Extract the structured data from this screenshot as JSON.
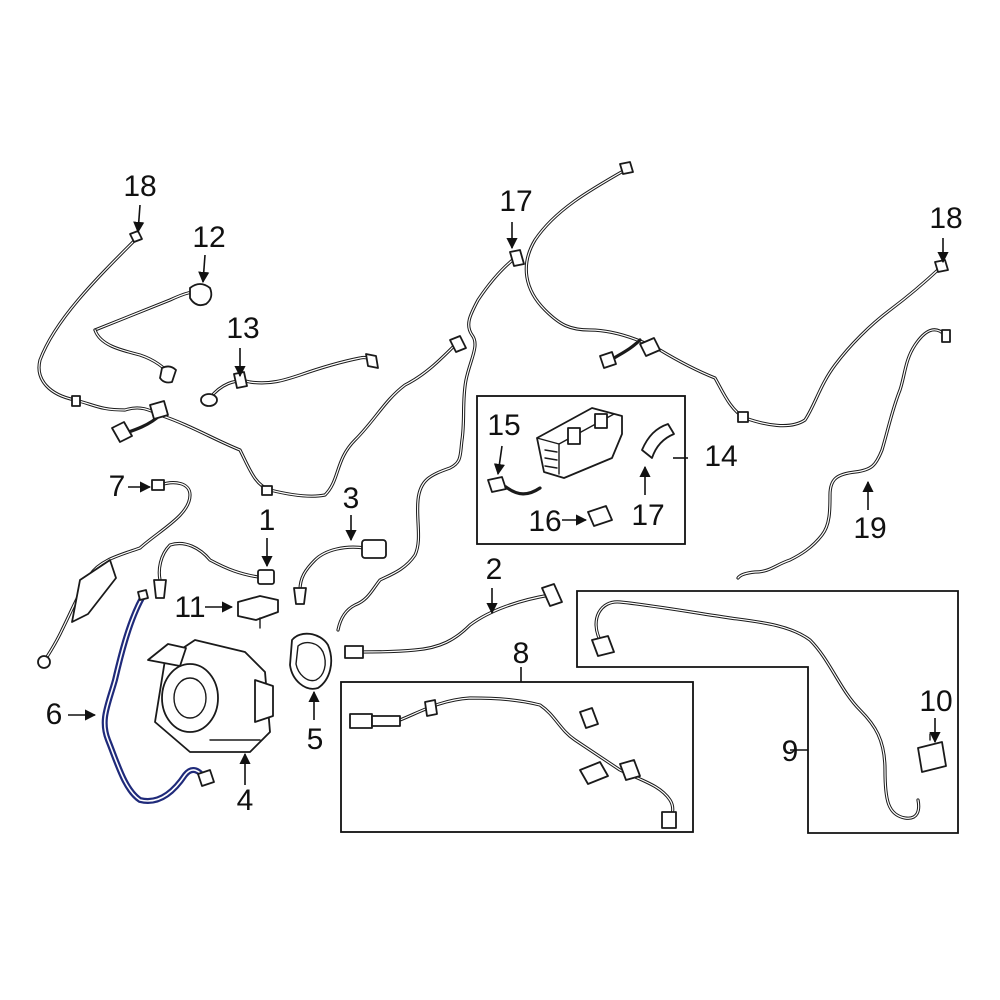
{
  "accent_color": "#1f2a7a",
  "callouts": {
    "c1": "1",
    "c2": "2",
    "c3": "3",
    "c4": "4",
    "c5": "5",
    "c6": "6",
    "c7": "7",
    "c8": "8",
    "c9": "9",
    "c10": "10",
    "c11": "11",
    "c12": "12",
    "c13": "13",
    "c14": "14",
    "c15": "15",
    "c16": "16",
    "c17a": "17",
    "c17b": "17",
    "c18a": "18",
    "c18b": "18",
    "c19": "19"
  }
}
